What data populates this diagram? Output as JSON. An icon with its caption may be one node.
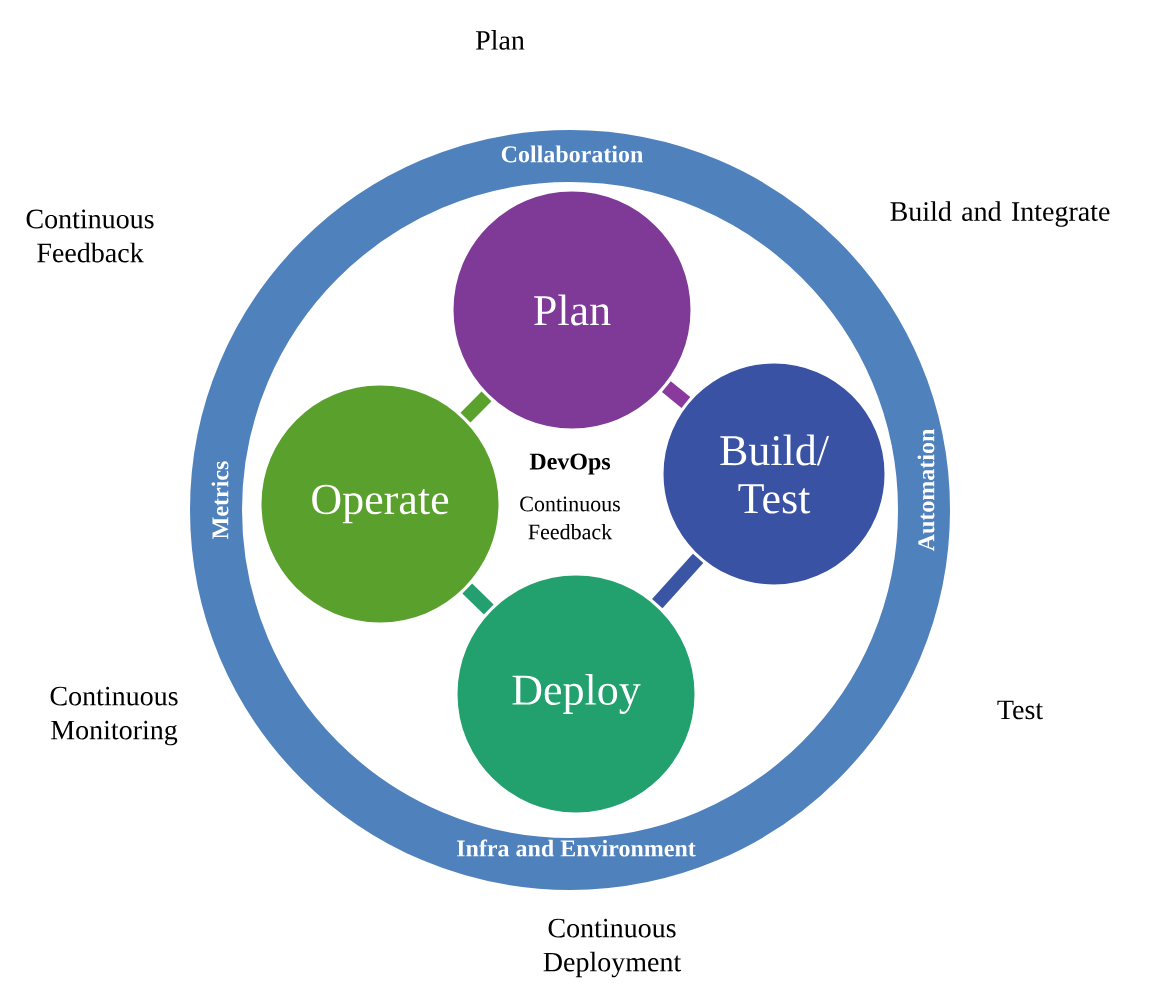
{
  "diagram": {
    "nodes": [
      {
        "text": [
          "Collaboration",
          "Automation",
          "Infra and Environment",
          "Metrics"
        ]
      },
      {
        "text": [
          "Plan"
        ],
        "in": 0
      },
      {
        "text": [
          "Build/ Test"
        ],
        "in": 0
      },
      {
        "text": [
          "Deploy"
        ],
        "in": 0
      },
      {
        "text": [
          "Operate"
        ],
        "in": 0
      }
    ],
    "edges": [
      {
        "from": 1,
        "to": 2,
        "arrow": "none",
        "color": "#8a3a9c"
      },
      {
        "from": 2,
        "to": 3,
        "arrow": "none",
        "color": "#3b55a5"
      },
      {
        "from": 3,
        "to": 4,
        "arrow": "none",
        "color": "#24a070"
      },
      {
        "from": 4,
        "to": 1,
        "arrow": "none",
        "color": "#5ba22d"
      }
    ],
    "labels": [
      "Plan",
      "Continuous Feedback",
      "Build and Integrate",
      "DevOps",
      "Continuous Feedback",
      "Continuous Monitoring",
      "Test",
      "Continuous Deployment"
    ]
  }
}
